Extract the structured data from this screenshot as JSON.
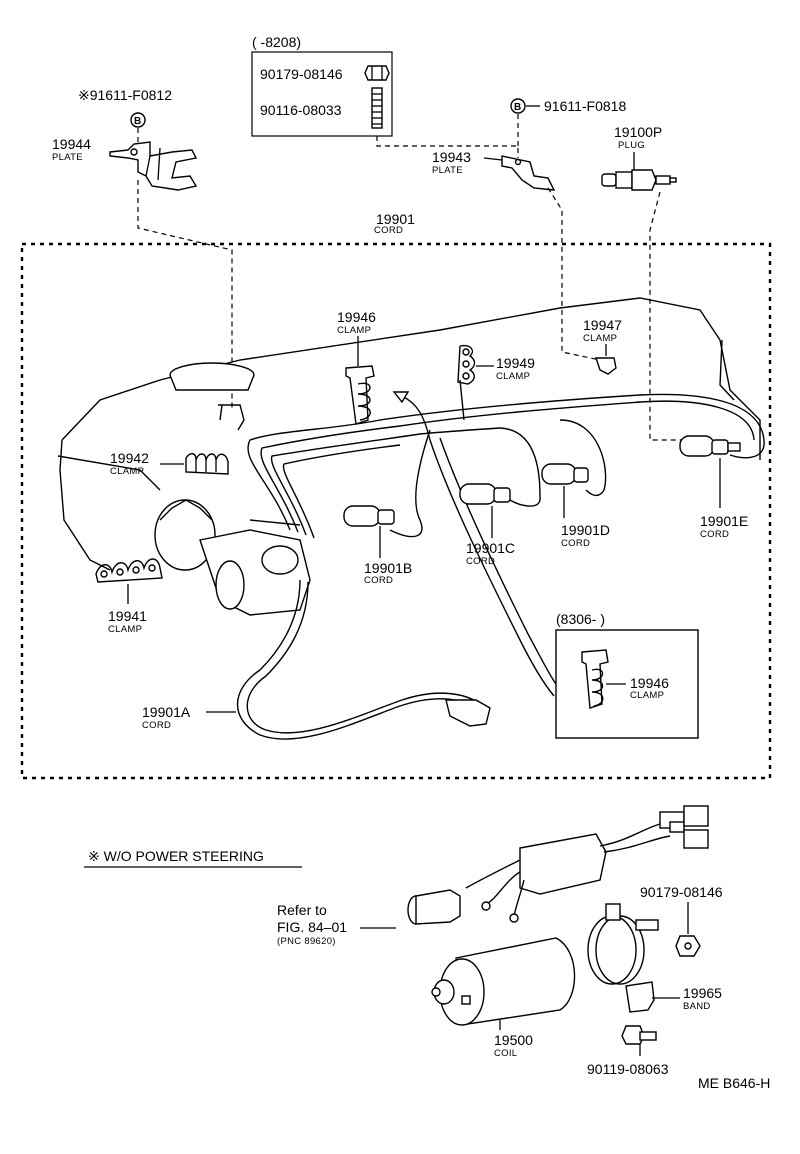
{
  "labels": {
    "box_8208_header": "(      -8208)",
    "bolt_90179": "90179-08146",
    "stud_90116": "90116-08033",
    "bolt_91611_f0812": "※91611-F0812",
    "bolt_91611_f0818": "91611-F0818",
    "b_marker": "B",
    "plate_19944": "19944",
    "plate_19944_name": "PLATE",
    "plate_19943": "19943",
    "plate_19943_name": "PLATE",
    "plug_19100p": "19100P",
    "plug_19100p_name": "PLUG",
    "cord_19901": "19901",
    "cord_19901_name": "CORD",
    "clamp_19946": "19946",
    "clamp_19946_name": "CLAMP",
    "clamp_19947": "19947",
    "clamp_19947_name": "CLAMP",
    "clamp_19949": "19949",
    "clamp_19949_name": "CLAMP",
    "clamp_19942": "19942",
    "clamp_19942_name": "CLAMP",
    "clamp_19941": "19941",
    "clamp_19941_name": "CLAMP",
    "cord_19901b": "19901B",
    "cord_19901b_name": "CORD",
    "cord_19901c": "19901C",
    "cord_19901c_name": "CORD",
    "cord_19901d": "19901D",
    "cord_19901d_name": "CORD",
    "cord_19901e": "19901E",
    "cord_19901e_name": "CORD",
    "cord_19901a": "19901A",
    "cord_19901a_name": "CORD",
    "box_8306_header": "(8306-          )",
    "clamp_19946_b": "19946",
    "clamp_19946_b_name": "CLAMP",
    "wo_power_steering": "※ W/O POWER STEERING",
    "refer_to": "Refer to",
    "fig_ref": "FIG. 84–01",
    "pnc_ref": "(PNC 89620)",
    "bolt_90179_b": "90179-08146",
    "band_19965": "19965",
    "band_19965_name": "BAND",
    "coil_19500": "19500",
    "coil_19500_name": "COIL",
    "screw_90119": "90119-08063",
    "drawing_id": "ME B646-H"
  }
}
